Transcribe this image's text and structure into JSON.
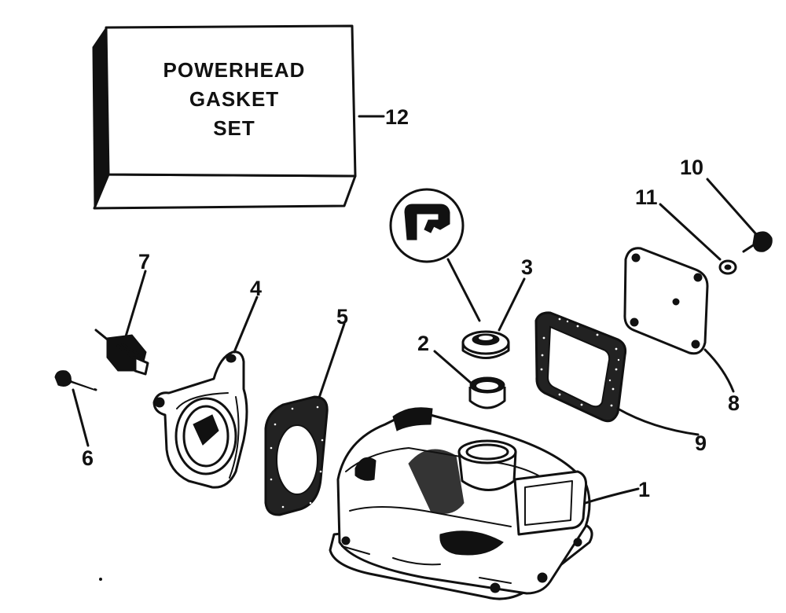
{
  "box_label": [
    "POWERHEAD",
    "GASKET",
    "SET"
  ],
  "callouts": {
    "c1": "1",
    "c2": "2",
    "c3": "3",
    "c4": "4",
    "c5": "5",
    "c6": "6",
    "c7": "7",
    "c8": "8",
    "c9": "9",
    "c10": "10",
    "c11": "11",
    "c12": "12"
  },
  "colors": {
    "ink": "#111111",
    "paper": "#ffffff"
  }
}
